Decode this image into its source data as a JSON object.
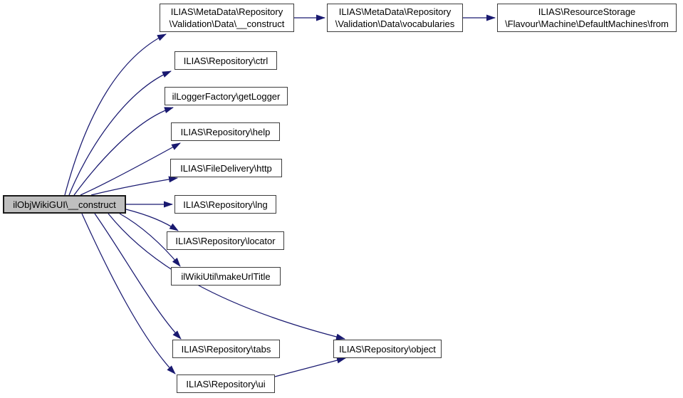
{
  "diagram": {
    "type": "call-graph",
    "background_color": "#ffffff",
    "edge_color": "#191970",
    "node_border_color": "#3d3d3d",
    "node_fill_color": "#ffffff",
    "highlight_fill_color": "#bfbfbf",
    "nodes": [
      {
        "label": "ilObjWikiGUI\\__construct",
        "highlighted": true
      },
      {
        "label": "ILIAS\\MetaData\\Repository\n\\Validation\\Data\\__construct",
        "highlighted": false
      },
      {
        "label": "ILIAS\\Repository\\ctrl",
        "highlighted": false
      },
      {
        "label": "ilLoggerFactory\\getLogger",
        "highlighted": false
      },
      {
        "label": "ILIAS\\Repository\\help",
        "highlighted": false
      },
      {
        "label": "ILIAS\\FileDelivery\\http",
        "highlighted": false
      },
      {
        "label": "ILIAS\\Repository\\lng",
        "highlighted": false
      },
      {
        "label": "ILIAS\\Repository\\locator",
        "highlighted": false
      },
      {
        "label": "ilWikiUtil\\makeUrlTitle",
        "highlighted": false
      },
      {
        "label": "ILIAS\\Repository\\tabs",
        "highlighted": false
      },
      {
        "label": "ILIAS\\Repository\\ui",
        "highlighted": false
      },
      {
        "label": "ILIAS\\Repository\\object",
        "highlighted": false
      },
      {
        "label": "ILIAS\\MetaData\\Repository\n\\Validation\\Data\\vocabularies",
        "highlighted": false
      },
      {
        "label": "ILIAS\\ResourceStorage\n\\Flavour\\Machine\\DefaultMachines\\from",
        "highlighted": false
      }
    ],
    "edges": [
      {
        "from": "ilObjWikiGUI\\__construct",
        "to": "ILIAS\\MetaData\\Repository\\Validation\\Data\\__construct"
      },
      {
        "from": "ilObjWikiGUI\\__construct",
        "to": "ILIAS\\Repository\\ctrl"
      },
      {
        "from": "ilObjWikiGUI\\__construct",
        "to": "ilLoggerFactory\\getLogger"
      },
      {
        "from": "ilObjWikiGUI\\__construct",
        "to": "ILIAS\\Repository\\help"
      },
      {
        "from": "ilObjWikiGUI\\__construct",
        "to": "ILIAS\\FileDelivery\\http"
      },
      {
        "from": "ilObjWikiGUI\\__construct",
        "to": "ILIAS\\Repository\\lng"
      },
      {
        "from": "ilObjWikiGUI\\__construct",
        "to": "ILIAS\\Repository\\locator"
      },
      {
        "from": "ilObjWikiGUI\\__construct",
        "to": "ilWikiUtil\\makeUrlTitle"
      },
      {
        "from": "ilObjWikiGUI\\__construct",
        "to": "ILIAS\\Repository\\object"
      },
      {
        "from": "ilObjWikiGUI\\__construct",
        "to": "ILIAS\\Repository\\tabs"
      },
      {
        "from": "ilObjWikiGUI\\__construct",
        "to": "ILIAS\\Repository\\ui"
      },
      {
        "from": "ILIAS\\Repository\\ui",
        "to": "ILIAS\\Repository\\object"
      },
      {
        "from": "ILIAS\\MetaData\\Repository\\Validation\\Data\\__construct",
        "to": "ILIAS\\MetaData\\Repository\\Validation\\Data\\vocabularies"
      },
      {
        "from": "ILIAS\\MetaData\\Repository\\Validation\\Data\\vocabularies",
        "to": "ILIAS\\ResourceStorage\\Flavour\\Machine\\DefaultMachines\\from"
      }
    ]
  }
}
